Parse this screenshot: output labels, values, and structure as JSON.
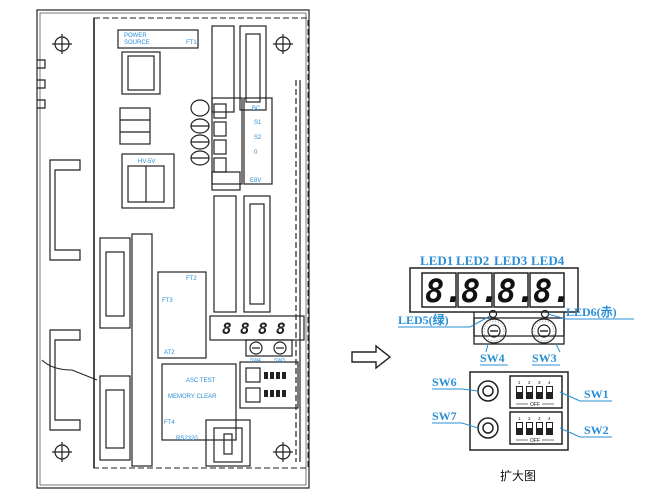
{
  "board": {
    "power_source": [
      "POWER",
      "SOURCE"
    ],
    "ft1": "FT1",
    "hv_label": "HV-5V",
    "connector_labels": [
      "BC",
      "S1",
      "S2",
      "0"
    ],
    "connector_bottom": "E8V",
    "ft2": "FT2",
    "ft3": "FT3",
    "at2": "AT2",
    "ft4": "FT4",
    "rs232": "RS2320",
    "asc_test": "ASC TEST",
    "memory_clear": "MEMORY CLEAR",
    "sw_small": [
      "SW4",
      "SW3"
    ],
    "seg_digits": [
      "8",
      "8",
      "8",
      "8"
    ]
  },
  "detail": {
    "led_labels": [
      "LED1",
      "LED2",
      "LED3",
      "LED4"
    ],
    "digits": [
      "8.",
      "8.",
      "8.",
      "8."
    ],
    "led5": "LED5(绿)",
    "led6": "LED6(赤)",
    "sw4": "SW4",
    "sw3": "SW3",
    "sw6": "SW6",
    "sw7": "SW7",
    "sw1": "SW1",
    "sw2": "SW2",
    "off": "OFF",
    "dip_numbers": [
      "1",
      "2",
      "3",
      "4"
    ],
    "caption": "扩大图"
  },
  "colors": {
    "label_blue": "#2a8fd6",
    "line": "#222222"
  }
}
